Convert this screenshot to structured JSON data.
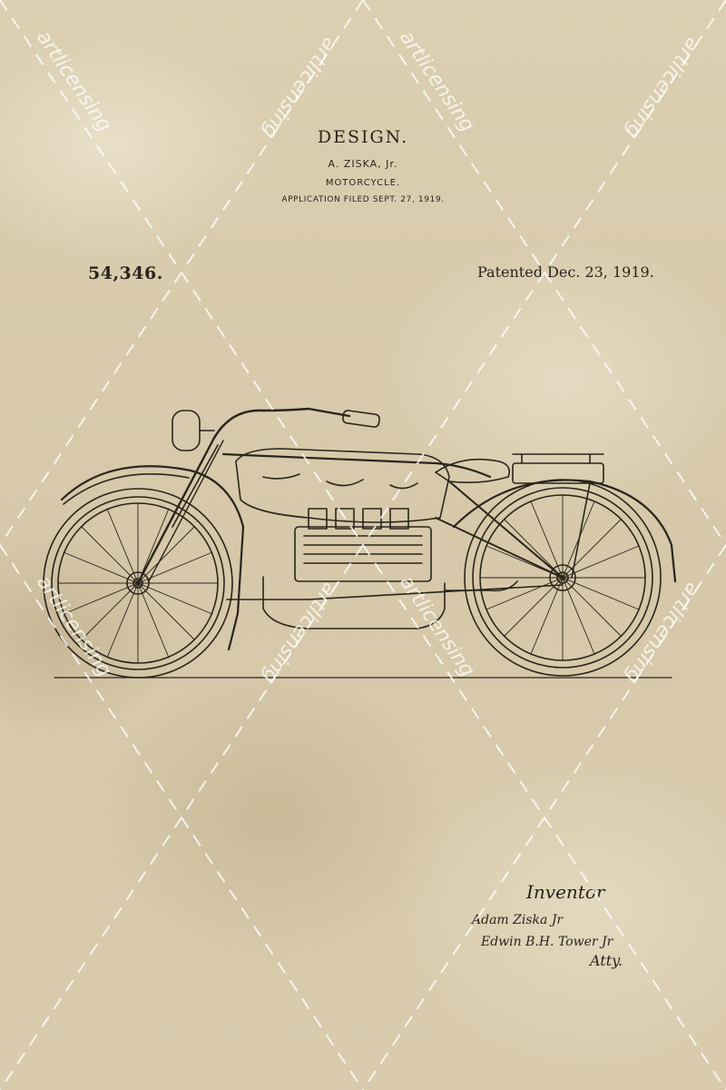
{
  "header": {
    "title": "DESIGN.",
    "inventor": "A. ZISKA, Jr.",
    "subject": "MOTORCYCLE.",
    "filed": "APPLICATION FILED SEPT. 27, 1919."
  },
  "patent": {
    "number": "54,346.",
    "date": "Patented Dec. 23, 1919."
  },
  "signature": {
    "heading": "Inventor",
    "inventor_name": "Adam Ziska Jr",
    "attorney_name": "Edwin B.H. Tower Jr",
    "attorney_label": "Atty."
  },
  "watermark": {
    "text": "artlicensing"
  },
  "colors": {
    "paper": "#d9cdb0",
    "ink": "#2a241c"
  }
}
